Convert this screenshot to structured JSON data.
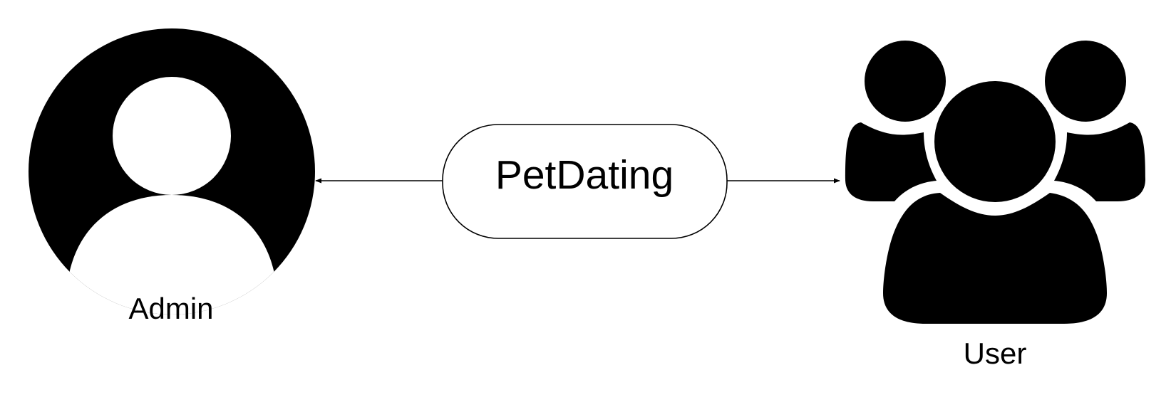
{
  "diagram": {
    "center_node": {
      "label": "PetDating"
    },
    "actors": {
      "admin": {
        "label": "Admin",
        "icon": "admin-user-icon"
      },
      "user": {
        "label": "User",
        "icon": "user-group-icon"
      }
    },
    "edges": [
      {
        "from": "PetDating",
        "to": "Admin",
        "style": "arrow"
      },
      {
        "from": "PetDating",
        "to": "User",
        "style": "arrow"
      }
    ],
    "colors": {
      "stroke": "#000000",
      "fill": "#ffffff",
      "icon": "#000000"
    }
  }
}
